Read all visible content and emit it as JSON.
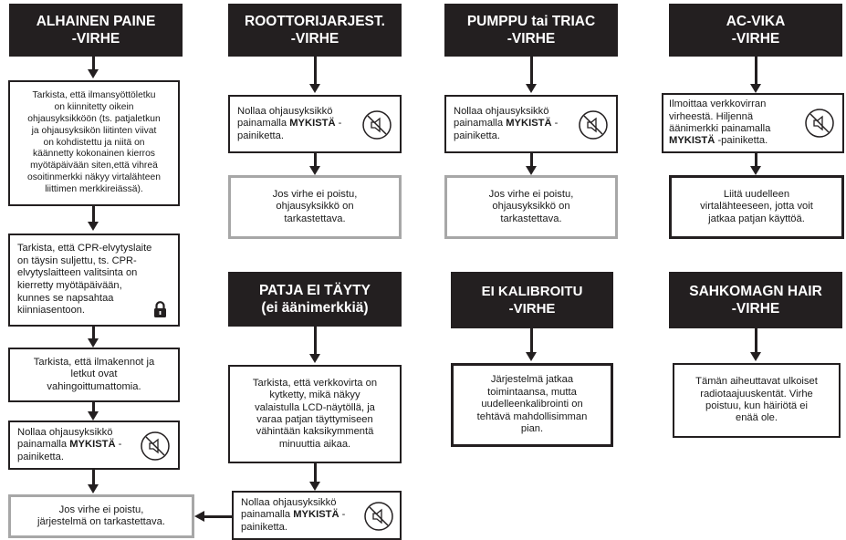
{
  "col1": {
    "header": [
      "ALHAINEN PAINE",
      "-VIRHE"
    ],
    "step1": [
      "Tarkista, että ilmansyöttöletku",
      "on kiinnitetty oikein",
      "ohjausyksikköön (ts. patjaletkun",
      "ja ohjausyksikön liitinten viivat",
      "on kohdistettu ja niitä on",
      "käännetty kokonainen kierros",
      "myötäpäivään siten,että vihreä",
      "osoitinmerkki näkyy virtalähteen",
      "liittimen merkkireiässä)."
    ],
    "step2": [
      "Tarkista, että CPR-elvytyslaite",
      "on täysin suljettu, ts. CPR-",
      "elvytyslaitteen valitsinta on",
      "kierretty myötäpäivään,",
      "kunnes se napsahtaa",
      "kiinniasentoon."
    ],
    "step3": [
      "Tarkista, että ilmakennot ja",
      "letkut ovat",
      "vahingoittumattomia."
    ],
    "step4": {
      "pre": "Nollaa ohjausyksikkö",
      "line2a": "painamalla ",
      "mute": "MYKISTÄ",
      "line2b": " -",
      "post": "painiketta."
    },
    "step5": [
      "Jos virhe ei poistu,",
      "järjestelmä on tarkastettava."
    ]
  },
  "col2": {
    "header": [
      "ROOTTORIJARJEST.",
      "-VIRHE"
    ],
    "step1": {
      "pre": "Nollaa ohjausyksikkö",
      "line2a": "painamalla ",
      "mute": "MYKISTÄ",
      "line2b": " -",
      "post": "painiketta."
    },
    "step2": [
      "Jos virhe ei poistu,",
      "ohjausyksikkö on",
      "tarkastettava."
    ],
    "header2": [
      "PATJA EI TÄYTY",
      "(ei äänimerkkiä)"
    ],
    "step3": [
      "Tarkista, että verkkovirta on",
      "kytketty, mikä näkyy",
      "valaistulla LCD-näytöllä, ja",
      "varaa patjan täyttymiseen",
      "vähintään kaksikymmentä",
      "minuuttia aikaa."
    ],
    "step4": {
      "pre": "Nollaa ohjausyksikkö",
      "line2a": "painamalla ",
      "mute": "MYKISTÄ",
      "line2b": " -",
      "post": "painiketta."
    }
  },
  "col3": {
    "header": [
      "PUMPPU tai TRIAC",
      "-VIRHE"
    ],
    "step1": {
      "pre": "Nollaa ohjausyksikkö",
      "line2a": "painamalla ",
      "mute": "MYKISTÄ",
      "line2b": " -",
      "post": "painiketta."
    },
    "step2": [
      "Jos virhe ei poistu,",
      "ohjausyksikkö on",
      "tarkastettava."
    ],
    "header2": [
      "EI KALIBROITU",
      "-VIRHE"
    ],
    "step3": [
      "Järjestelmä jatkaa",
      "toimintaansa, mutta",
      "uudelleenkalibrointi on",
      "tehtävä mahdollisimman",
      "pian."
    ]
  },
  "col4": {
    "header": [
      "AC-VIKA",
      "-VIRHE"
    ],
    "step1": {
      "l1": "Ilmoittaa verkkovirran",
      "l2": "virheestä. Hiljennä",
      "l3": "äänimerkki painamalla",
      "mute": "MYKISTÄ",
      "l4b": " -painiketta."
    },
    "step2": [
      "Liitä uudelleen",
      "virtalähteeseen, jotta voit",
      "jatkaa patjan käyttöä."
    ],
    "header2": [
      "SAHKOMAGN HAIR",
      "-VIRHE"
    ],
    "step3": [
      "Tämän aiheuttavat ulkoiset",
      "radiotaajuuskentät. Virhe",
      "poistuu, kun häiriötä ei",
      "enää ole."
    ]
  }
}
